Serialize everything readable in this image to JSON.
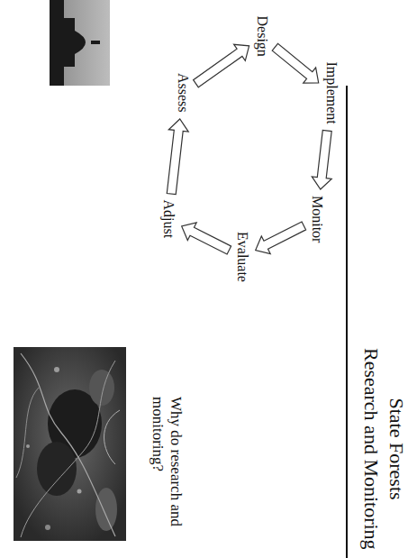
{
  "diagram": {
    "title": "State Forests",
    "nodes": [
      {
        "text": [
          "Design"
        ]
      },
      {
        "text": [
          "Implement"
        ]
      },
      {
        "text": [
          "Monitor"
        ]
      },
      {
        "text": [
          "Evaluate"
        ]
      },
      {
        "text": [
          "Adjust"
        ]
      },
      {
        "text": [
          "Assess"
        ]
      }
    ],
    "edges": [
      {
        "from": 0,
        "to": 1,
        "arrow": "to"
      },
      {
        "from": 1,
        "to": 2,
        "arrow": "to"
      },
      {
        "from": 2,
        "to": 3,
        "arrow": "to"
      },
      {
        "from": 3,
        "to": 4,
        "arrow": "to"
      },
      {
        "from": 4,
        "to": 5,
        "arrow": "to"
      },
      {
        "from": 5,
        "to": 0,
        "arrow": "to"
      }
    ],
    "labels": [
      "Research and Monitoring",
      "Why do research and monitoring?"
    ]
  }
}
